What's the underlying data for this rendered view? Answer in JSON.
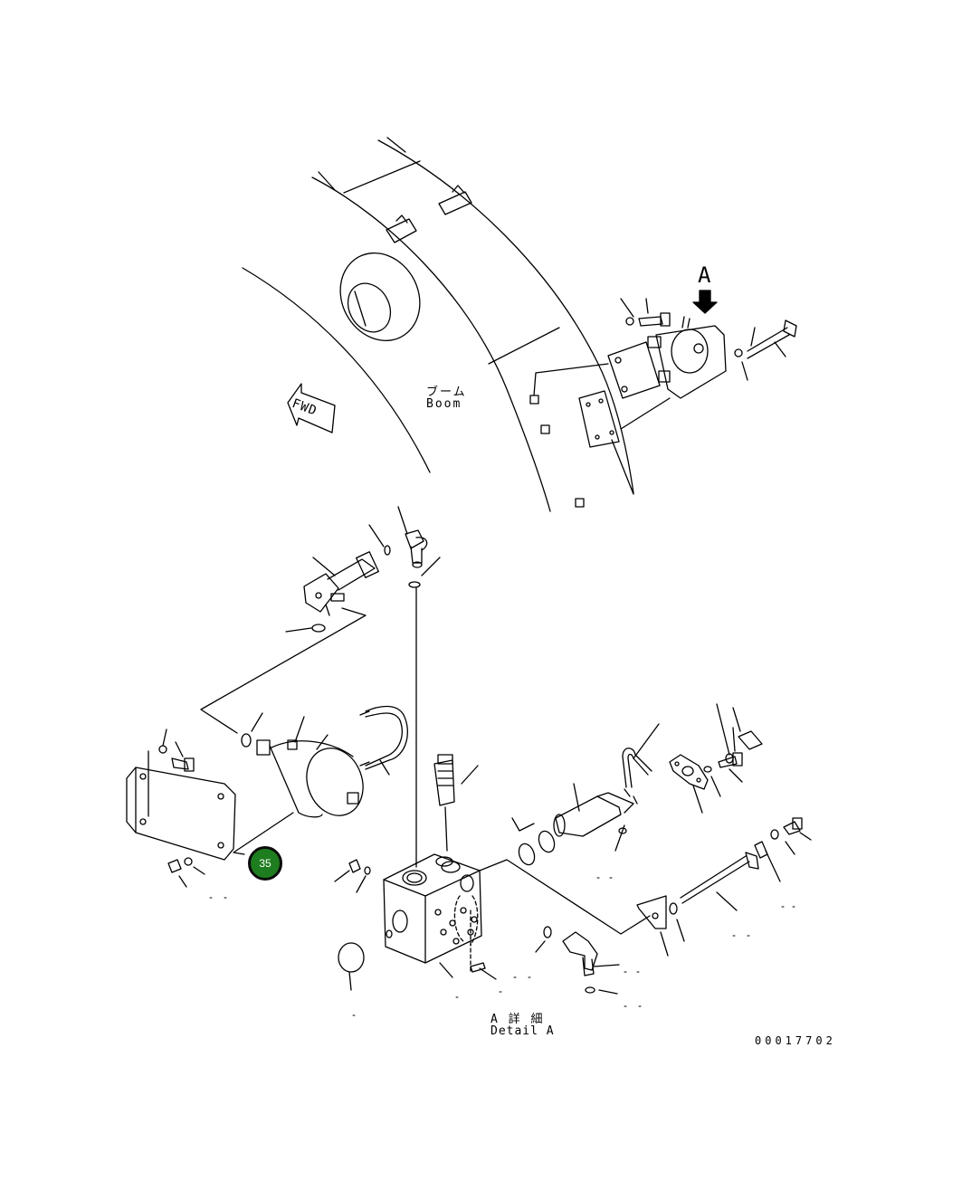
{
  "labels": {
    "boom_jp": "ブーム",
    "boom_en": "Boom",
    "fwd": "FWD",
    "view_letter": "A",
    "detail_jp": "A 詳 細",
    "detail_en": "Detail A",
    "drawing_number": "00017702"
  },
  "callouts": [
    {
      "number": "35",
      "color": "#1e7d1e"
    }
  ]
}
